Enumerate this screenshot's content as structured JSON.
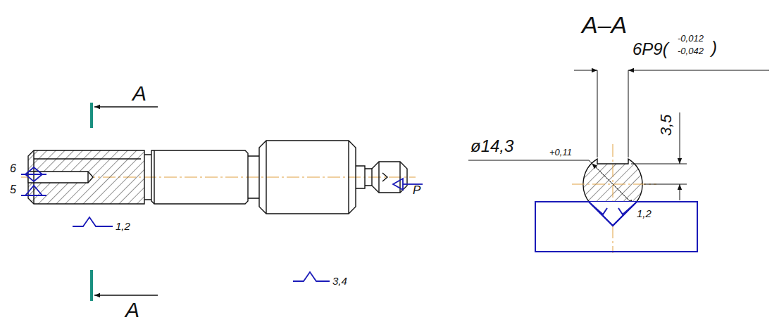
{
  "diagram": {
    "labels": [
      "A",
      "A",
      "6",
      "5",
      "1,2",
      "3,4",
      "P",
      "A–A",
      "6P9(",
      "-0,012",
      "-0,042",
      ")",
      "3,5",
      "ø14,3",
      "+0,11",
      "1,2"
    ]
  }
}
